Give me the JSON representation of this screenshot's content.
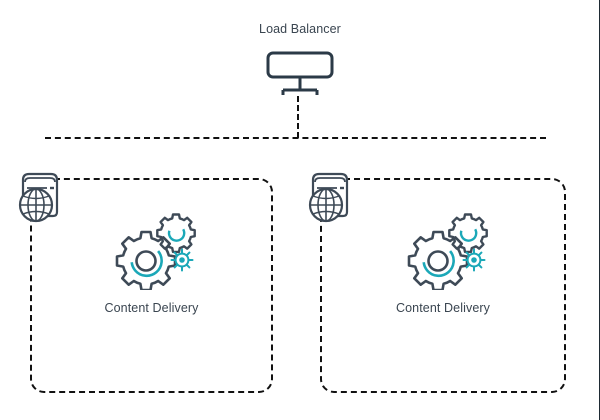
{
  "diagram": {
    "type": "architecture-diagram",
    "background": "#ffffff",
    "colors": {
      "line": "#111111",
      "icon_dark": "#3e4a57",
      "icon_accent": "#1ba8b8",
      "text": "#3a4550",
      "border": "#1e2a33"
    },
    "load_balancer": {
      "title": "Load Balancer",
      "icon": "monitor-icon"
    },
    "connector": {
      "style": "dashed",
      "orientation": "horizontal-bus"
    },
    "zones": [
      {
        "label": "Content Delivery",
        "edge_icon": "server-globe-icon",
        "content_icon": "gears-icon",
        "border_style": "dashed"
      },
      {
        "label": "Content Delivery",
        "edge_icon": "server-globe-icon",
        "content_icon": "gears-icon",
        "border_style": "dashed"
      }
    ]
  }
}
